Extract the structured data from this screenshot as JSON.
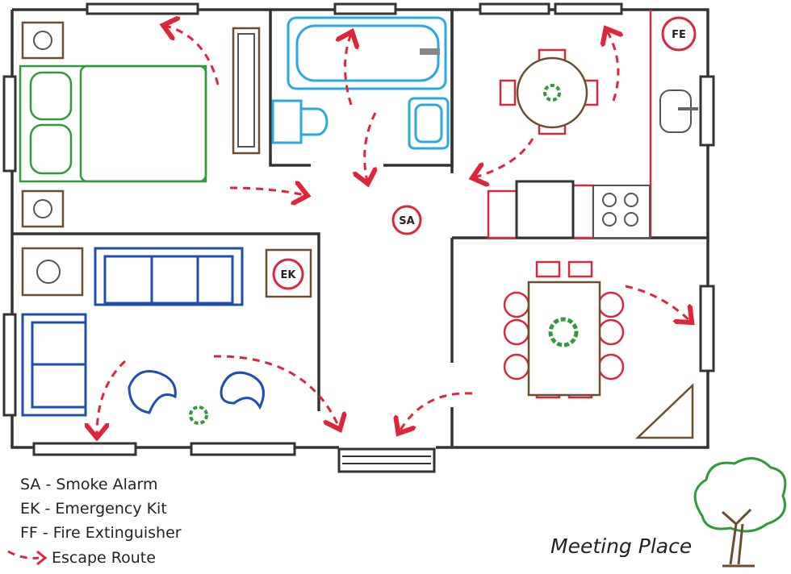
{
  "title": "Home Fire Escape Plan",
  "badges": {
    "smoke_alarm": "SA",
    "emergency_kit": "EK",
    "fire_extinguisher": "FE"
  },
  "legend": {
    "items": [
      {
        "code": "SA",
        "label": "SA - Smoke Alarm"
      },
      {
        "code": "EK",
        "label": "EK - Emergency Kit"
      },
      {
        "code": "FF",
        "label": "FF - Fire Extinguisher"
      }
    ],
    "route_label": "Escape Route"
  },
  "meeting_place": "Meeting Place",
  "colors": {
    "wall": "#333333",
    "route": "#e0243a",
    "bed": "#2e9a3a",
    "sofa": "#1e4fb0",
    "bath": "#2aa9e0",
    "furniture_red": "#d8283c",
    "wood": "#6b4e2e"
  }
}
